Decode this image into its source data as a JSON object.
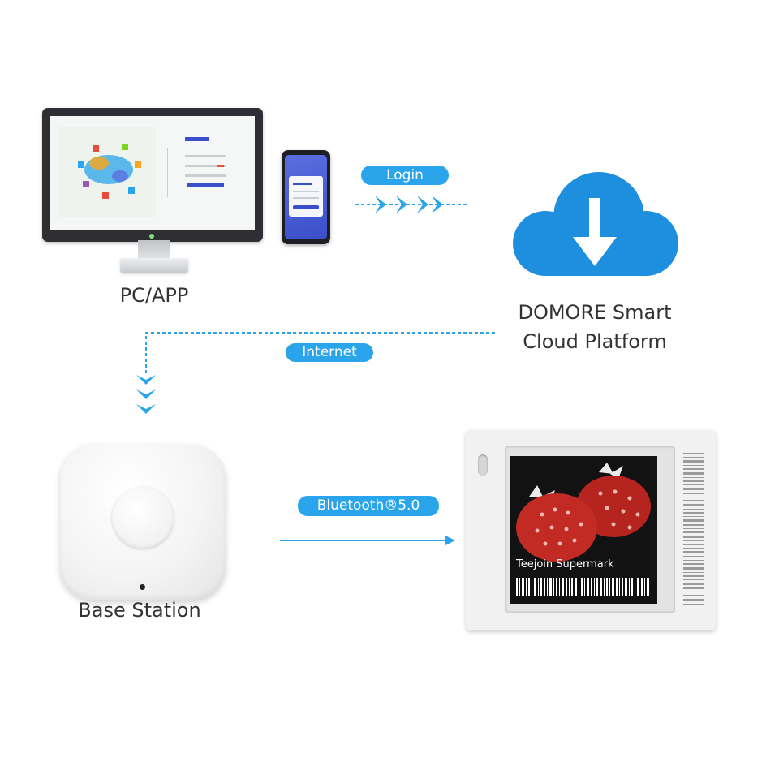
{
  "pc_app": {
    "label": "PC/APP"
  },
  "login": {
    "label": "Login"
  },
  "cloud": {
    "label_line1": "DOMORE Smart",
    "label_line2": "Cloud Platform"
  },
  "internet": {
    "label": "Internet"
  },
  "bluetooth": {
    "label": "Bluetooth®5.0"
  },
  "base_station": {
    "label": "Base Station"
  },
  "esl": {
    "caption": "Teejoin Supermark"
  },
  "colors": {
    "accent": "#2aa4ea",
    "cloud": "#1e8fde",
    "text": "#333333"
  }
}
